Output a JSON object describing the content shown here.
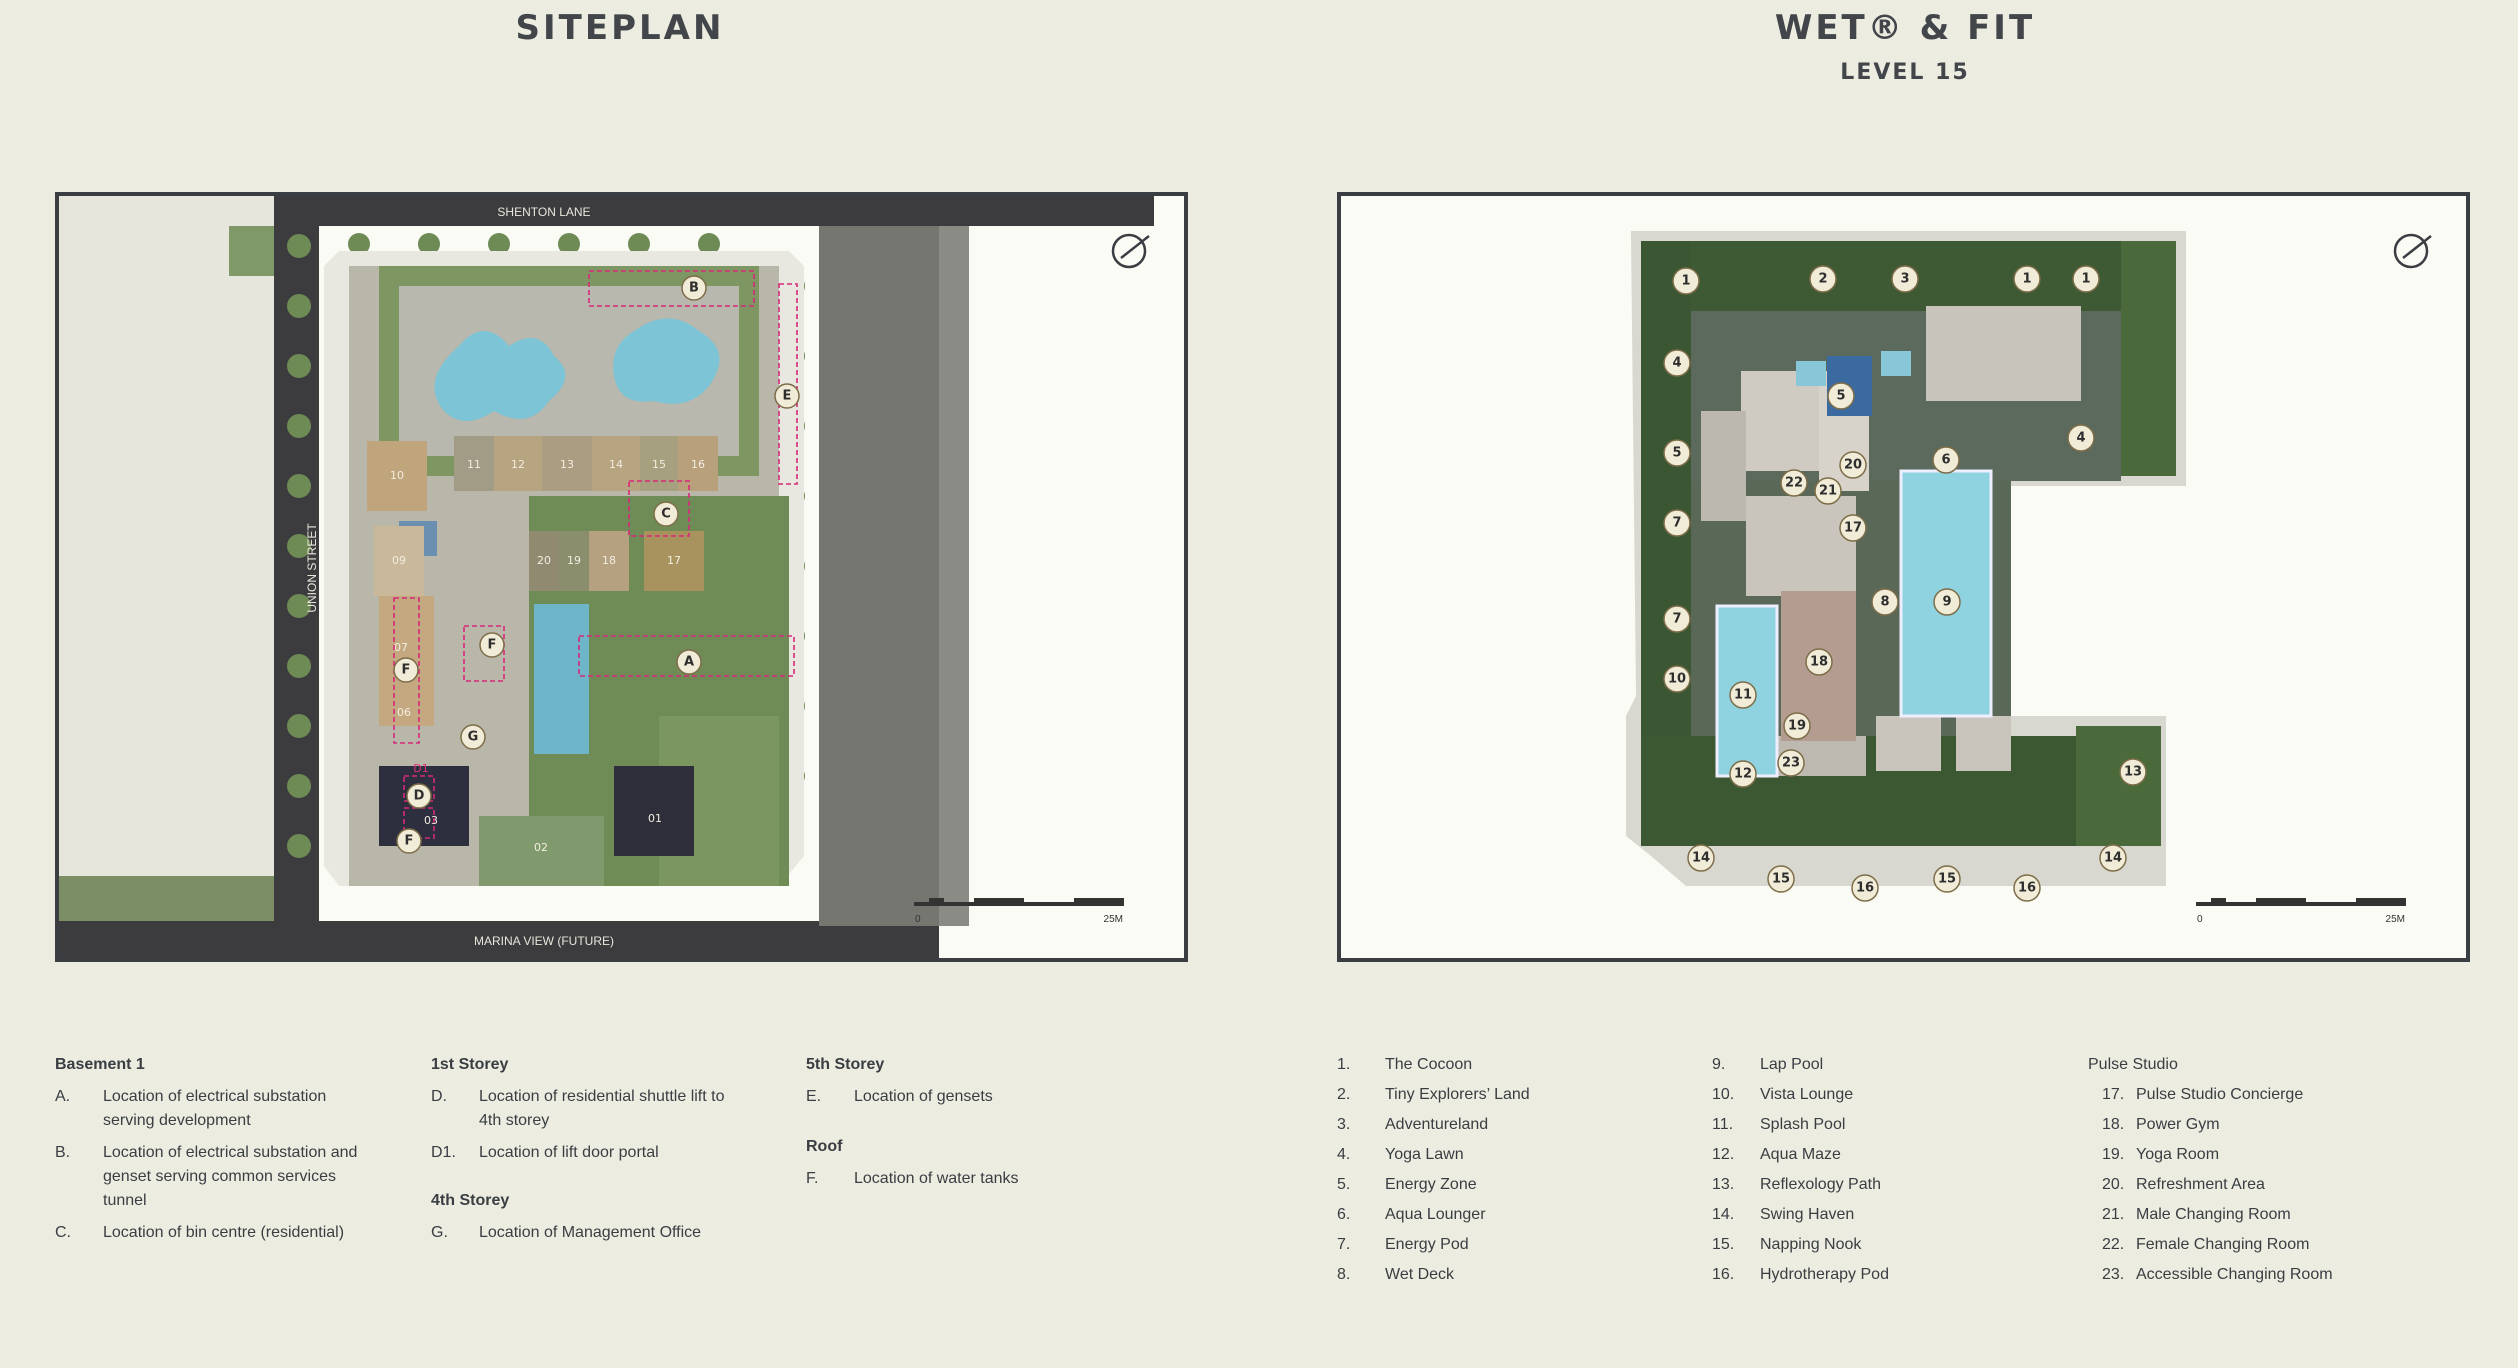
{
  "left_title": "SITEPLAN",
  "right_title": "WET® & FIT",
  "right_subtitle": "LEVEL 15",
  "siteplan": {
    "streets": {
      "top": "SHENTON LANE",
      "left": "UNION STREET",
      "bottom": "MARINA VIEW (FUTURE)"
    },
    "blocks": [
      "10",
      "11",
      "12",
      "13",
      "14",
      "15",
      "16",
      "09",
      "20",
      "19",
      "18",
      "17",
      "07",
      "06",
      "02",
      "01",
      "03",
      "D1"
    ],
    "markers": [
      "A",
      "B",
      "C",
      "D",
      "E",
      "F",
      "F",
      "F",
      "G"
    ],
    "scale_start": "0",
    "scale_end": "25M"
  },
  "wetfit": {
    "markers": [
      "1",
      "2",
      "3",
      "1",
      "1",
      "4",
      "5",
      "4",
      "5",
      "6",
      "22",
      "21",
      "20",
      "17",
      "7",
      "8",
      "9",
      "7",
      "18",
      "10",
      "11",
      "19",
      "23",
      "12",
      "13",
      "14",
      "15",
      "16",
      "15",
      "16",
      "14"
    ],
    "scale_start": "0",
    "scale_end": "25M"
  },
  "legend_left": {
    "col1": {
      "heading": "Basement 1",
      "items": [
        {
          "k": "A.",
          "v": "Location of electrical substation serving development"
        },
        {
          "k": "B.",
          "v": "Location of electrical substation and genset serving common services tunnel"
        },
        {
          "k": "C.",
          "v": "Location of bin centre (residential)"
        }
      ]
    },
    "col2": {
      "heading": "1st Storey",
      "items": [
        {
          "k": "D.",
          "v": "Location of residential shuttle lift to 4th storey"
        },
        {
          "k": "D1.",
          "v": "Location of lift door portal"
        }
      ],
      "heading2": "4th Storey",
      "items2": [
        {
          "k": "G.",
          "v": "Location of Management Office"
        }
      ]
    },
    "col3": {
      "heading": "5th Storey",
      "items": [
        {
          "k": "E.",
          "v": "Location of gensets"
        }
      ],
      "heading2": "Roof",
      "items2": [
        {
          "k": "F.",
          "v": "Location of water tanks"
        }
      ]
    }
  },
  "legend_right": {
    "col1": [
      {
        "k": "1.",
        "v": "The Cocoon"
      },
      {
        "k": "2.",
        "v": "Tiny Explorers’ Land"
      },
      {
        "k": "3.",
        "v": "Adventureland"
      },
      {
        "k": "4.",
        "v": "Yoga Lawn"
      },
      {
        "k": "5.",
        "v": "Energy Zone"
      },
      {
        "k": "6.",
        "v": "Aqua Lounger"
      },
      {
        "k": "7.",
        "v": "Energy Pod"
      },
      {
        "k": "8.",
        "v": "Wet Deck"
      }
    ],
    "col2": [
      {
        "k": "9.",
        "v": "Lap Pool"
      },
      {
        "k": "10.",
        "v": "Vista Lounge"
      },
      {
        "k": "11.",
        "v": "Splash Pool"
      },
      {
        "k": "12.",
        "v": "Aqua Maze"
      },
      {
        "k": "13.",
        "v": "Reflexology Path"
      },
      {
        "k": "14.",
        "v": "Swing Haven"
      },
      {
        "k": "15.",
        "v": "Napping Nook"
      },
      {
        "k": "16.",
        "v": "Hydrotherapy Pod"
      }
    ],
    "col3_heading": "Pulse Studio",
    "col3": [
      {
        "k": "17.",
        "v": "Pulse Studio Concierge"
      },
      {
        "k": "18.",
        "v": "Power Gym"
      },
      {
        "k": "19.",
        "v": "Yoga Room"
      },
      {
        "k": "20.",
        "v": "Refreshment Area"
      },
      {
        "k": "21.",
        "v": "Male Changing Room"
      },
      {
        "k": "22.",
        "v": "Female Changing Room"
      },
      {
        "k": "23.",
        "v": "Accessible Changing Room"
      }
    ]
  }
}
